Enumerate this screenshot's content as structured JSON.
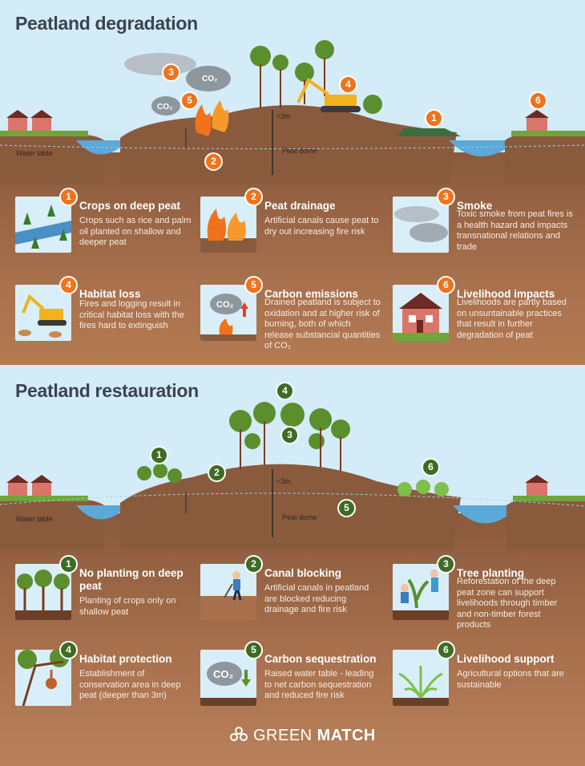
{
  "degradation": {
    "title": "Peatland degradation",
    "water_table_label": "Water table",
    "depth_label": "<3m",
    "peat_dome_label": "Peat dome",
    "co2_label": "CO₂",
    "scene_badges": [
      "1",
      "2",
      "3",
      "4",
      "5",
      "6"
    ],
    "cards": [
      {
        "num": "1",
        "title": "Crops on deep peat",
        "text": "Crops such as rice and palm oil planted on shallow and deeper peat"
      },
      {
        "num": "2",
        "title": "Peat drainage",
        "text": "Artificial canals cause peat to dry out increasing fire risk"
      },
      {
        "num": "3",
        "title": "Smoke",
        "text": "Toxic smoke from peat fires is a health hazard and impacts transnational relations and trade"
      },
      {
        "num": "4",
        "title": "Habitat loss",
        "text": "Fires and logging result in critical habitat loss with the fires hard to extinguish"
      },
      {
        "num": "5",
        "title": "Carbon emissions",
        "text": "Drained peatland is subject to oxidation and at higher risk of burning, both of which release substancial quantities of CO₂"
      },
      {
        "num": "6",
        "title": "Livelihood impacts",
        "text": "Livelihoods are partly based on unsuntainable practices that result in further degradation of peat"
      }
    ]
  },
  "restauration": {
    "title": "Peatland restauration",
    "water_table_label": "Water table",
    "depth_label": "<3m",
    "peat_dome_label": "Peat dome",
    "scene_badges": [
      "1",
      "2",
      "3",
      "4",
      "5",
      "6"
    ],
    "cards": [
      {
        "num": "1",
        "title": "No planting on deep peat",
        "text": "Planting of crops only on shallow peat"
      },
      {
        "num": "2",
        "title": "Canal blocking",
        "text": "Artificial canals in peatland are blocked reducing drainage and fire risk"
      },
      {
        "num": "3",
        "title": "Tree planting",
        "text": "Reforestation of the deep peat zone can support livelihoods through timber and non-timber forest products"
      },
      {
        "num": "4",
        "title": "Habitat protection",
        "text": "Establishment of conservation area in deep peat (deeper than 3m)"
      },
      {
        "num": "5",
        "title": "Carbon sequestration",
        "text": "Raised water table - leading to net carbon sequestration and reduced fire risk"
      },
      {
        "num": "6",
        "title": "Livelihood support",
        "text": "Agricultural options that are sustainable"
      }
    ]
  },
  "brand": {
    "logo_text_a": "GREEN",
    "logo_text_b": "MATCH"
  },
  "colors": {
    "orange_badge": "#f0731c",
    "green_badge": "#3f6b23",
    "soil": "#8a5a3d",
    "sky": "#d3ecf8"
  }
}
